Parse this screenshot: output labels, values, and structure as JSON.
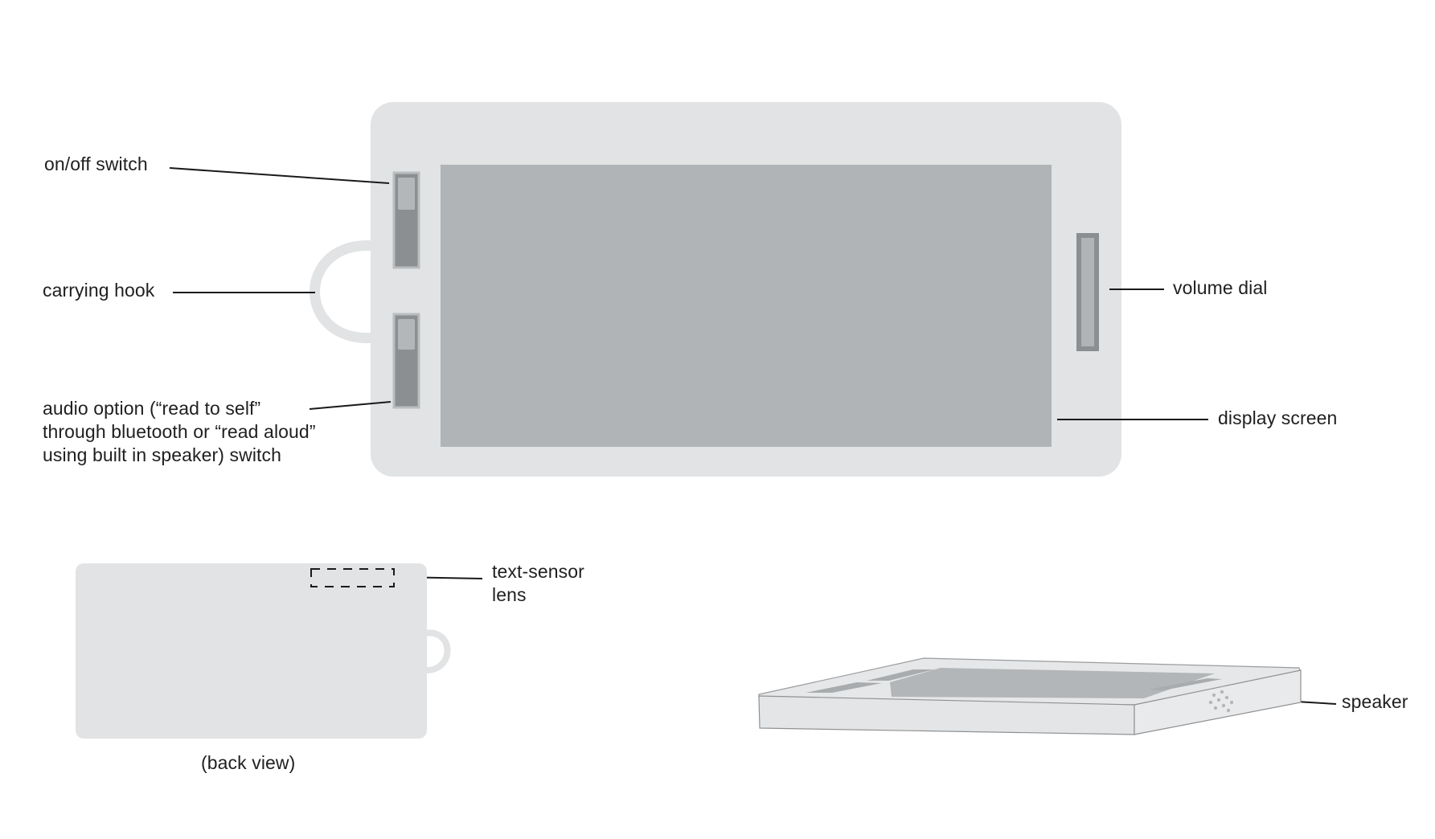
{
  "labels": {
    "on_off_switch": "on/off switch",
    "carrying_hook": "carrying hook",
    "audio_option_line1": "audio option (“read to self”",
    "audio_option_line2": "through bluetooth or “read aloud”",
    "audio_option_line3": "using built in speaker) switch",
    "volume_dial": "volume dial",
    "display_screen": "display screen",
    "text_sensor_line1": "text-sensor",
    "text_sensor_line2": "lens",
    "back_view": "(back view)",
    "speaker": "speaker"
  },
  "colors": {
    "body": "#e1e3e4",
    "screen": "#b0b4b6",
    "switch_track": "#8b8f91",
    "switch_knob": "#b3b7b9",
    "leader_line": "#1a1a1a"
  }
}
